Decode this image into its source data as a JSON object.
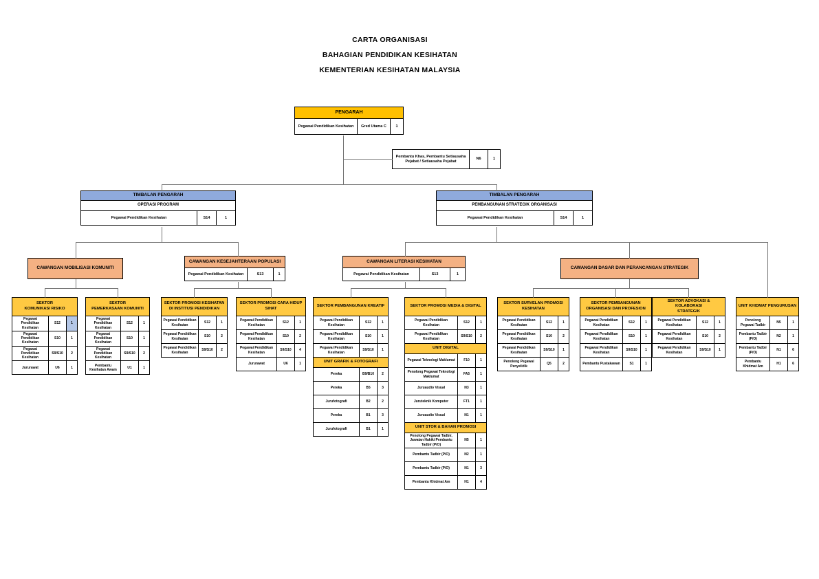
{
  "title": {
    "lines": [
      "CARTA ORGANISASI",
      "BAHAGIAN PENDIDIKAN KESIHATAN",
      "KEMENTERIAN KESIHATAN MALAYSIA"
    ]
  },
  "colors": {
    "gold_dark": "#FFC000",
    "gold": "#FFC942",
    "blue": "#8FAADC",
    "orange": "#F4B183",
    "highlight": "#B4C7E7",
    "line": "#737373"
  },
  "units": [
    {
      "id": "pengarah",
      "style": "director",
      "title": "PENGARAH",
      "rows": [
        {
          "post": "Pegawai Pendidikan Kesihatan",
          "grade": "Gred Utama C",
          "count": "1"
        }
      ]
    },
    {
      "id": "pembantu-khas",
      "style": "plain",
      "rows": [
        {
          "post": "Pembantu Khas, Pembantu Setiausaha Pejabat / Setiausaha Pejabat",
          "grade": "N6",
          "count": "1"
        }
      ]
    },
    {
      "id": "timbalan-pengarah-operasi-program",
      "style": "deputy",
      "title": "TIMBALAN PENGARAH",
      "subtitle": "OPERASI PROGRAM",
      "rows": [
        {
          "post": "Pegawai Pendidikan Kesihatan",
          "grade": "S14",
          "count": "1"
        }
      ]
    },
    {
      "id": "timbalan-pengarah-pembangunan-strategik-organisasi",
      "style": "deputy",
      "title": "TIMBALAN PENGARAH",
      "subtitle": "PEMBANGUNAN STRATEGIK ORGANISASI",
      "rows": [
        {
          "post": "Pegawai Pendidikan Kesihatan",
          "grade": "S14",
          "count": "1"
        }
      ]
    },
    {
      "id": "cawangan-mobilisasi-komuniti",
      "style": "branch",
      "title": "CAWANGAN MOBILISASI KOMUNITI"
    },
    {
      "id": "cawangan-kesejahteraan-populasi",
      "style": "branch",
      "title": "CAWANGAN KESEJAHTERAAN POPULASI",
      "rows": [
        {
          "post": "Pegawai Pendidikan Kesihatan",
          "grade": "S13",
          "count": "1"
        }
      ]
    },
    {
      "id": "cawangan-literasi-kesihatan",
      "style": "branch",
      "title": "CAWANGAN LITERASI KESIHATAN",
      "rows": [
        {
          "post": "Pegawai Pendidikan Kesihatan",
          "grade": "S13",
          "count": "1"
        }
      ]
    },
    {
      "id": "cawangan-dasar-dan-perancangan-strategik",
      "style": "branch",
      "title": "CAWANGAN DASAR DAN PERANCANGAN STRATEGIK"
    },
    {
      "id": "sektor-komunikasi-risiko",
      "style": "sector",
      "title": "SEKTOR\nKOMUNIKASI RISIKO",
      "rows": [
        {
          "post": "Pegawai Pendidikan Kesihatan",
          "grade": "S12",
          "count": "1",
          "highlight": true
        },
        {
          "post": "Pegawai Pendidikan Kesihatan",
          "grade": "S10",
          "count": "1"
        },
        {
          "post": "Pegawai Pendidikan Kesihatan",
          "grade": "S9/S10",
          "count": "2"
        },
        {
          "post": "Jururawat",
          "grade": "U6",
          "count": "1"
        }
      ]
    },
    {
      "id": "sektor-pemerkasaan-komuniti",
      "style": "sector",
      "title": "SEKTOR\nPEMERKASAAN KOMUNITI",
      "rows": [
        {
          "post": "Pegawai Pendidikan Kesihatan",
          "grade": "S12",
          "count": "1"
        },
        {
          "post": "Pegawai Pendidikan Kesihatan",
          "grade": "S10",
          "count": "1"
        },
        {
          "post": "Pegawai Pendidikan Kesihatan",
          "grade": "S9/S10",
          "count": "2"
        },
        {
          "post": "Pembantu Kesihatan Awam",
          "grade": "U1",
          "count": "1"
        }
      ]
    },
    {
      "id": "sektor-promosi-kesihatan-di-institusi-pendidikan",
      "style": "sector",
      "title": "SEKTOR PROMOSI KESIHATAN\nDI INSTITUSI PENDIDIKAN",
      "rows": [
        {
          "post": "Pegawai Pendidikan Kesihatan",
          "grade": "S12",
          "count": "1"
        },
        {
          "post": "Pegawai Pendidikan Kesihatan",
          "grade": "S10",
          "count": "2"
        },
        {
          "post": "Pegawai Pendidikan Kesihatan",
          "grade": "S9/S10",
          "count": "2"
        }
      ]
    },
    {
      "id": "sektor-promosi-cara-hidup-sihat",
      "style": "sector",
      "title": "SEKTOR PROMOSI CARA HIDUP\nSIHAT",
      "rows": [
        {
          "post": "Pegawai Pendidikan Kesihatan",
          "grade": "S12",
          "count": "1"
        },
        {
          "post": "Pegawai Pendidikan Kesihatan",
          "grade": "S10",
          "count": "2"
        },
        {
          "post": "Pegawai Pendidikan Kesihatan",
          "grade": "S9/S10",
          "count": "4"
        },
        {
          "post": "Jururawat",
          "grade": "U6",
          "count": "1"
        }
      ]
    },
    {
      "id": "sektor-pembangunan-kreatif",
      "style": "sector",
      "title": "SEKTOR PEMBANGUNAN KREATIF",
      "rows": [
        {
          "post": "Pegawai Pendidikan Kesihatan",
          "grade": "S12",
          "count": "1"
        },
        {
          "post": "Pegawai Pendidikan Kesihatan",
          "grade": "S10",
          "count": "1"
        },
        {
          "post": "Pegawai Pendidikan Kesihatan",
          "grade": "S9/S10",
          "count": "1"
        }
      ],
      "subunits": [
        {
          "title": "UNIT GRAFIK & FOTOGRAFI",
          "rows": [
            {
              "post": "Pereka",
              "grade": "B9/B10",
              "count": "2"
            },
            {
              "post": "Pereka",
              "grade": "B5",
              "count": "3"
            },
            {
              "post": "Jurufotografi",
              "grade": "B2",
              "count": "2"
            },
            {
              "post": "Pereka",
              "grade": "B1",
              "count": "3"
            },
            {
              "post": "Jurufotografi",
              "grade": "B1",
              "count": "1"
            }
          ]
        }
      ]
    },
    {
      "id": "sektor-promosi-media-digital",
      "style": "sector",
      "title": "SEKTOR PROMOSI MEDIA & DIGITAL",
      "rows": [
        {
          "post": "Pegawai Pendidikan Kesihatan",
          "grade": "S12",
          "count": "1"
        },
        {
          "post": "Pegawai Pendidikan Kesihatan",
          "grade": "S9/S10",
          "count": "2"
        }
      ],
      "subunits": [
        {
          "title": "UNIT DIGITAL",
          "rows": [
            {
              "post": "Pegawai Teknologi Maklumat",
              "grade": "F10",
              "count": "1"
            },
            {
              "post": "Penolong Pegawai Teknologi Maklumat",
              "grade": "FA5",
              "count": "1"
            },
            {
              "post": "Juruaudio Visual",
              "grade": "N3",
              "count": "1"
            },
            {
              "post": "Juruteknik Komputer",
              "grade": "FT1",
              "count": "1"
            },
            {
              "post": "Juruaudio Visual",
              "grade": "N1",
              "count": "1"
            }
          ]
        },
        {
          "title": "UNIT STOR & BAHAN PROMOSI",
          "rows": [
            {
              "post": "Penolong Pegawai Tadbir, Jawatan Hakiki Pembantu Tadbir (P/O)",
              "grade": "N5",
              "count": "1"
            },
            {
              "post": "Pembantu Tadbir (P/O)",
              "grade": "N2",
              "count": "1"
            },
            {
              "post": "Pembantu Tadbir (P/O)",
              "grade": "N1",
              "count": "3"
            },
            {
              "post": "Pembantu Khidmat Am",
              "grade": "H1",
              "count": "4"
            }
          ]
        }
      ]
    },
    {
      "id": "sektor-survelan-promosi-kesihatan",
      "style": "sector",
      "title": "SEKTOR SURVELAN PROMOSI\nKESIHATAN",
      "rows": [
        {
          "post": "Pegawai Pendidikan Kesihatan",
          "grade": "S12",
          "count": "1"
        },
        {
          "post": "Pegawai Pendidikan Kesihatan",
          "grade": "S10",
          "count": "2"
        },
        {
          "post": "Pegawai Pendidikan Kesihatan",
          "grade": "S9/S10",
          "count": "1"
        },
        {
          "post": "Penolong Pegawai Penyelidik",
          "grade": "Q5",
          "count": "2"
        }
      ]
    },
    {
      "id": "sektor-pembangunan-organisasi-dan-profesion",
      "style": "sector",
      "title": "SEKTOR PEMBANGUNAN\nORGANISASI DAN PROFESION",
      "rows": [
        {
          "post": "Pegawai Pendidikan Kesihatan",
          "grade": "S12",
          "count": "1"
        },
        {
          "post": "Pegawai Pendidikan Kesihatan",
          "grade": "S10",
          "count": "1"
        },
        {
          "post": "Pegawai Pendidikan Kesihatan",
          "grade": "S9/S10",
          "count": "1"
        },
        {
          "post": "Pembantu Pustakawan",
          "grade": "S1",
          "count": "1"
        }
      ]
    },
    {
      "id": "sektor-advokasi-kolaborasi-strategik",
      "style": "sector",
      "title": "SEKTOR ADVOKASI & KOLABORASI\nSTRATEGIK",
      "rows": [
        {
          "post": "Pegawai Pendidikan Kesihatan",
          "grade": "S12",
          "count": "1"
        },
        {
          "post": "Pegawai Pendidikan Kesihatan",
          "grade": "S10",
          "count": "2"
        },
        {
          "post": "Pegawai Pendidikan Kesihatan",
          "grade": "S9/S10",
          "count": "1"
        }
      ]
    },
    {
      "id": "unit-khidmat-pengurusan",
      "style": "sector",
      "title": "UNIT KHIDMAT PENGURUSAN",
      "rows": [
        {
          "post": "Penolong Pegawai Tadbir",
          "grade": "N5",
          "count": "1"
        },
        {
          "post": "Pembantu Tadbir (P/O)",
          "grade": "N2",
          "count": "1"
        },
        {
          "post": "Pembantu Tadbir (P/O)",
          "grade": "N1",
          "count": "6"
        },
        {
          "post": "Pembantu Khidmat Am",
          "grade": "H1",
          "count": "6"
        }
      ]
    }
  ]
}
